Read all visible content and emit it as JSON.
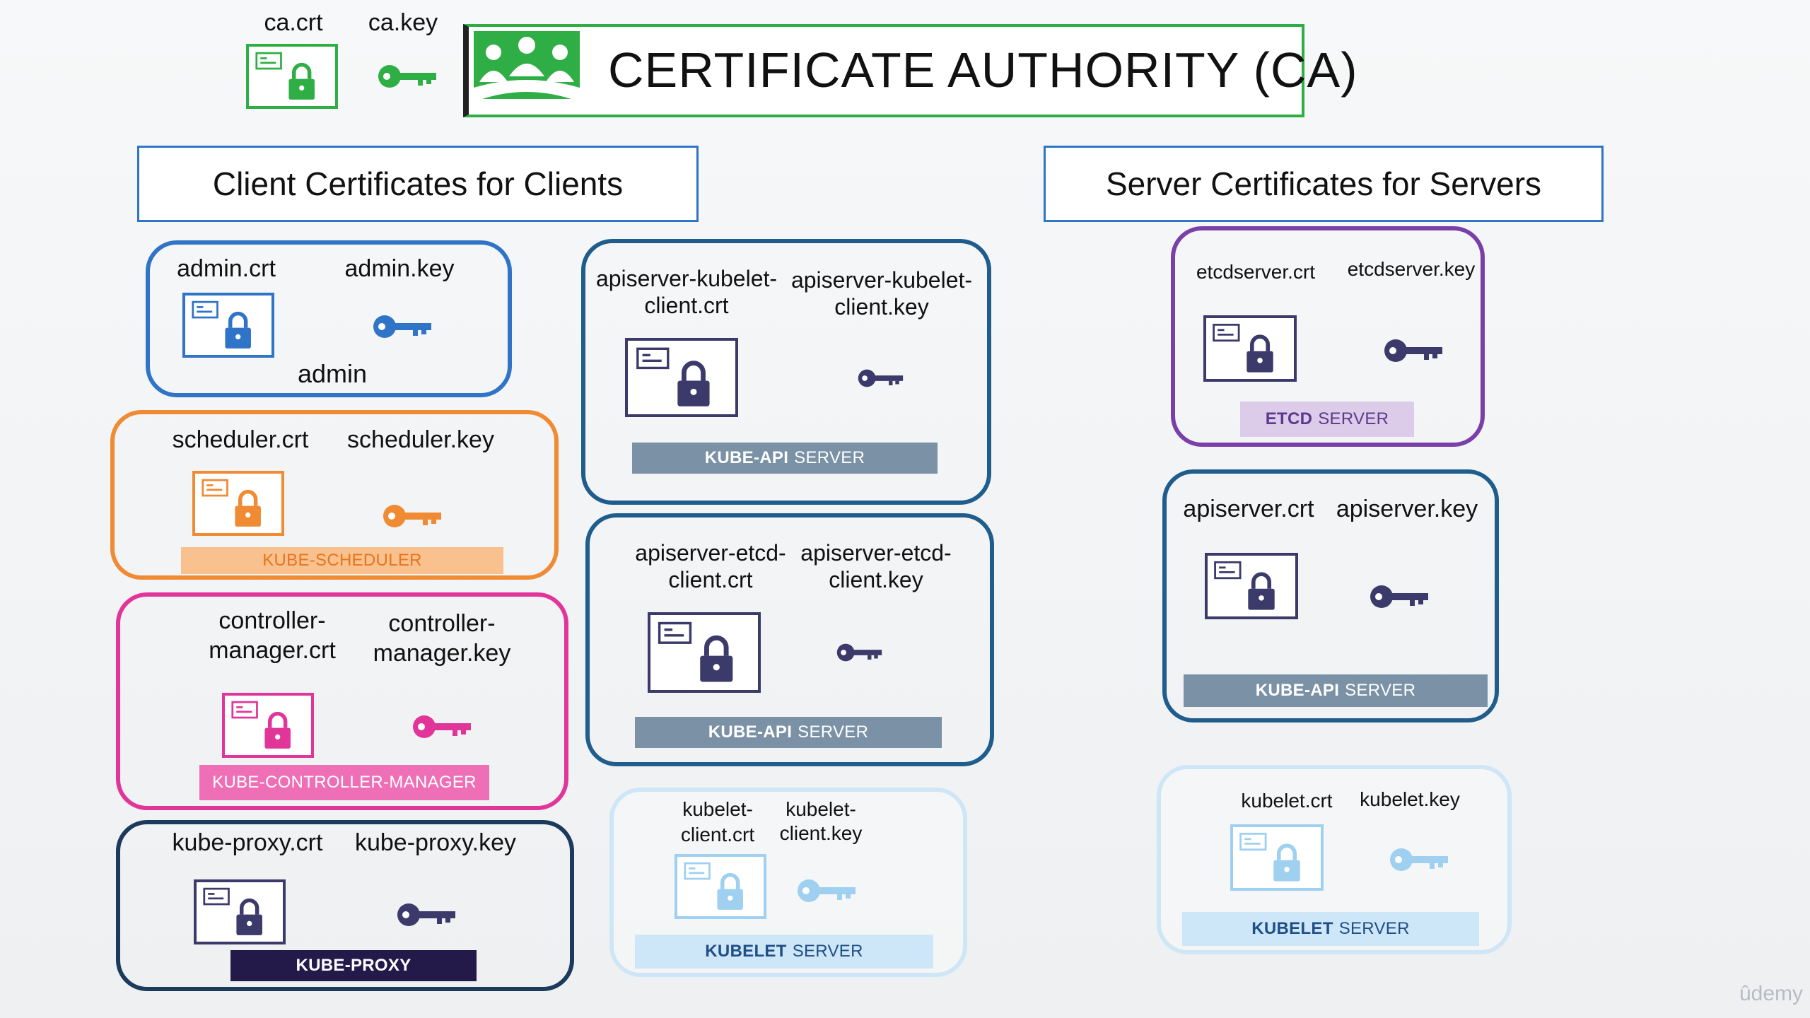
{
  "ca": {
    "title": "CERTIFICATE AUTHORITY (CA)",
    "cert_label": "ca.crt",
    "key_label": "ca.key"
  },
  "headers": {
    "client": "Client Certificates for Clients",
    "server": "Server Certificates for Servers"
  },
  "colors": {
    "green": "#2fae45",
    "blue": "#2f74c6",
    "orange": "#f08a33",
    "magenta": "#e2359a",
    "navy": "#1b3a5c",
    "steel": "#1f5d8c",
    "purple": "#7b3fa8",
    "lightblue": "#9fd0f0",
    "darkkey": "#3b3a6a"
  },
  "clients": {
    "admin": {
      "crt": "admin.crt",
      "key": "admin.key",
      "name": "admin"
    },
    "scheduler": {
      "crt": "scheduler.crt",
      "key": "scheduler.key",
      "banner": "KUBE-SCHEDULER"
    },
    "controller": {
      "crt_1": "controller-",
      "crt_2": "manager.crt",
      "key_1": "controller-",
      "key_2": "manager.key",
      "banner": "KUBE-CONTROLLER-MANAGER"
    },
    "proxy": {
      "crt": "kube-proxy.crt",
      "key": "kube-proxy.key",
      "banner": "KUBE-PROXY"
    }
  },
  "middle": {
    "kubelet_client": {
      "crt_1": "apiserver-kubelet-",
      "crt_2": "client.crt",
      "key_1": "apiserver-kubelet-",
      "key_2": "client.key",
      "banner_bold": "KUBE-API",
      "banner_rest": "SERVER"
    },
    "etcd_client": {
      "crt_1": "apiserver-etcd-",
      "crt_2": "client.crt",
      "key_1": "apiserver-etcd-",
      "key_2": "client.key",
      "banner_bold": "KUBE-API",
      "banner_rest": "SERVER"
    },
    "kubelet_cli": {
      "crt_1": "kubelet-",
      "crt_2": "client.crt",
      "key_1": "kubelet-",
      "key_2": "client.key",
      "banner_bold": "KUBELET",
      "banner_rest": "SERVER"
    }
  },
  "servers": {
    "etcd": {
      "crt": "etcdserver.crt",
      "key": "etcdserver.key",
      "banner_bold": "ETCD",
      "banner_rest": "SERVER"
    },
    "apiserver": {
      "crt": "apiserver.crt",
      "key": "apiserver.key",
      "banner_bold": "KUBE-API",
      "banner_rest": "SERVER"
    },
    "kubelet": {
      "crt": "kubelet.crt",
      "key": "kubelet.key",
      "banner_bold": "KUBELET",
      "banner_rest": "SERVER"
    }
  },
  "watermark": "ûdemy"
}
